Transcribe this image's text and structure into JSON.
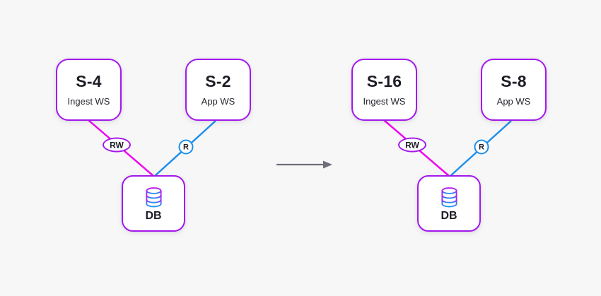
{
  "diagram": {
    "before": {
      "ingest_node": {
        "title": "S-4",
        "subtitle": "Ingest WS"
      },
      "app_node": {
        "title": "S-2",
        "subtitle": "App WS"
      },
      "db_node": {
        "label": "DB"
      },
      "write_edge_label": "RW",
      "read_edge_label": "R"
    },
    "after": {
      "ingest_node": {
        "title": "S-16",
        "subtitle": "Ingest WS"
      },
      "app_node": {
        "title": "S-8",
        "subtitle": "App WS"
      },
      "db_node": {
        "label": "DB"
      },
      "write_edge_label": "RW",
      "read_edge_label": "R"
    },
    "icons": {
      "db_icon": "database-cylinder",
      "transition_icon": "arrow-right"
    },
    "colors": {
      "background": "#f7f7f8",
      "node_border": "#a418ec",
      "write_edge": "#ee0bee",
      "read_edge": "#1e8fea",
      "arrow": "#6e6e78",
      "text": "#1d1d26",
      "db_icon_gradient_top": "#c414f0",
      "db_icon_gradient_bottom": "#2196f3"
    }
  }
}
